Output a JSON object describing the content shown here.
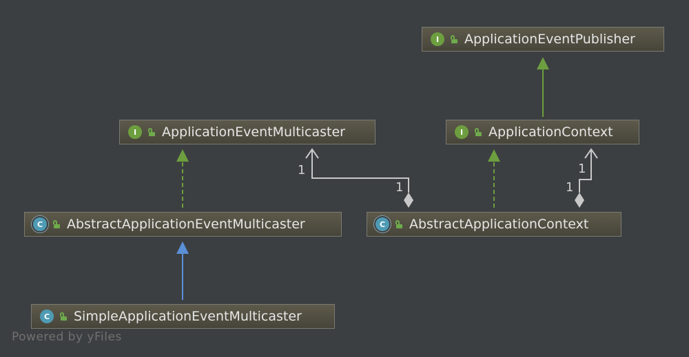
{
  "nodes": {
    "application_event_publisher": {
      "kind": "interface",
      "badge": "I",
      "label": "ApplicationEventPublisher"
    },
    "application_event_multicaster": {
      "kind": "interface",
      "badge": "I",
      "label": "ApplicationEventMulticaster"
    },
    "application_context": {
      "kind": "interface",
      "badge": "I",
      "label": "ApplicationContext"
    },
    "abstract_application_event_multicaster": {
      "kind": "abstract-class",
      "badge": "C",
      "label": "AbstractApplicationEventMulticaster"
    },
    "abstract_application_context": {
      "kind": "abstract-class",
      "badge": "C",
      "label": "AbstractApplicationContext"
    },
    "simple_application_event_multicaster": {
      "kind": "class",
      "badge": "C",
      "label": "SimpleApplicationEventMulticaster"
    }
  },
  "edges": {
    "realization_color": "#6d9e3f",
    "inheritance_color": "#5b8fd8",
    "association_color": "#c8c8c8",
    "multiplicity": {
      "multicaster_target": "1",
      "multicaster_source": "1",
      "context_target": "1",
      "context_source": "1"
    }
  },
  "footer": "Powered by yFiles"
}
